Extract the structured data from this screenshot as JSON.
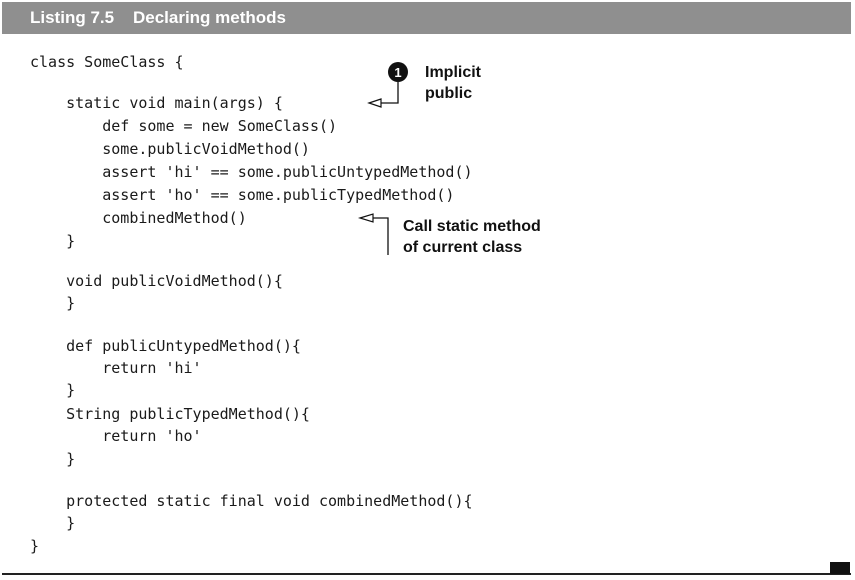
{
  "listing": {
    "title": "Listing 7.5    Declaring methods"
  },
  "code": {
    "lines": [
      "class SomeClass {",
      "    static void main(args) {",
      "        def some = new SomeClass()",
      "        some.publicVoidMethod()",
      "        assert 'hi' == some.publicUntypedMethod()",
      "        assert 'ho' == some.publicTypedMethod()",
      "        combinedMethod()",
      "    }",
      "    void publicVoidMethod(){",
      "    }",
      "    def publicUntypedMethod(){",
      "        return 'hi'",
      "    }",
      "    String publicTypedMethod(){",
      "        return 'ho'",
      "    }",
      "    protected static final void combinedMethod(){",
      "    }",
      "}"
    ]
  },
  "annotations": {
    "implicit_public": {
      "number": "1",
      "line1": "Implicit",
      "line2": "public"
    },
    "call_static": {
      "line1": "Call static method",
      "line2": "of current class"
    }
  }
}
